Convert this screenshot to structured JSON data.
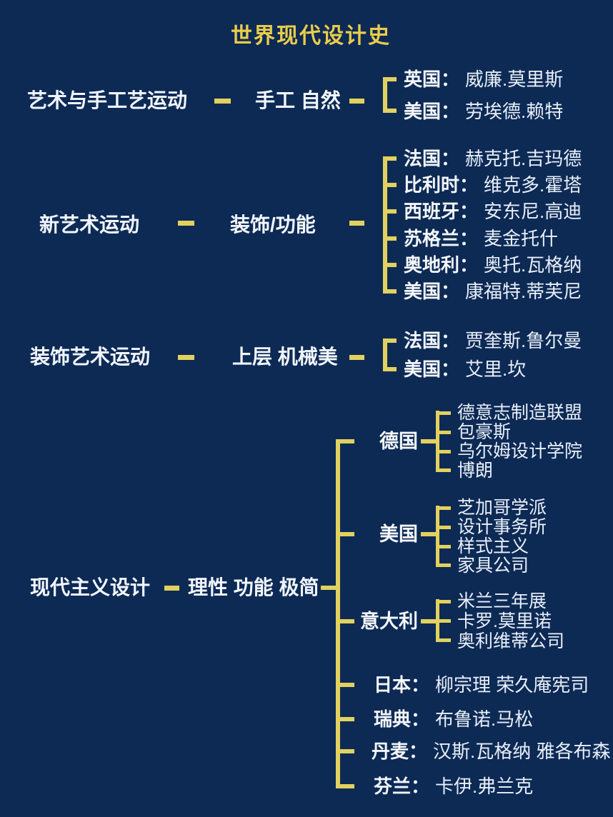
{
  "title": "世界现代设计史",
  "colors": {
    "background": "#0d2a55",
    "line": "#e2d15e",
    "title": "#e9cd4b",
    "text": "#f2f6fc"
  },
  "sections": [
    {
      "label": "艺术与手工艺运动",
      "keyword": "手工 自然",
      "children": [
        {
          "country": "英国：",
          "name": "威廉.莫里斯"
        },
        {
          "country": "美国：",
          "name": "劳埃德.赖特"
        }
      ]
    },
    {
      "label": "新艺术运动",
      "keyword": "装饰/功能",
      "children": [
        {
          "country": "法国：",
          "name": "赫克托.吉玛德"
        },
        {
          "country": "比利时：",
          "name": "维克多.霍塔"
        },
        {
          "country": "西班牙：",
          "name": "安东尼.高迪"
        },
        {
          "country": "苏格兰：",
          "name": "麦金托什"
        },
        {
          "country": "奥地利：",
          "name": "奥托.瓦格纳"
        },
        {
          "country": "美国：",
          "name": "康福特.蒂芙尼"
        }
      ]
    },
    {
      "label": "装饰艺术运动",
      "keyword": "上层 机械美",
      "children": [
        {
          "country": "法国：",
          "name": "贾奎斯.鲁尔曼"
        },
        {
          "country": "美国：",
          "name": "艾里.坎"
        }
      ]
    },
    {
      "label": "现代主义设计",
      "keyword": "理性 功能 极简",
      "branches": [
        {
          "country": "德国",
          "items": [
            "德意志制造联盟",
            "包豪斯",
            "乌尔姆设计学院",
            "博朗"
          ]
        },
        {
          "country": "美国",
          "items": [
            "芝加哥学派",
            "设计事务所",
            "样式主义",
            "家具公司"
          ]
        },
        {
          "country": "意大利",
          "items": [
            "米兰三年展",
            "卡罗.莫里诺",
            "奥利维蒂公司"
          ]
        },
        {
          "country": "日本：",
          "name": "柳宗理 荣久庵宪司"
        },
        {
          "country": "瑞典：",
          "name": "布鲁诺.马松"
        },
        {
          "country": "丹麦：",
          "name": "汉斯.瓦格纳 雅各布森"
        },
        {
          "country": "芬兰：",
          "name": "卡伊.弗兰克"
        }
      ]
    }
  ]
}
